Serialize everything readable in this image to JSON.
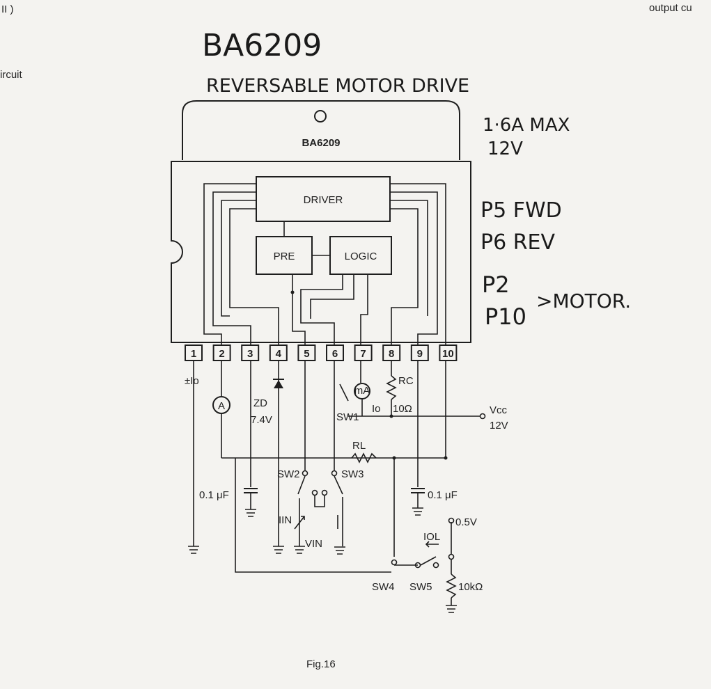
{
  "page_fragments": {
    "top_left": "II )",
    "top_right": "output cu",
    "left": "ircuit"
  },
  "handwritten": {
    "title": "BA6209",
    "subtitle": "REVERSABLE MOTOR DRIVE",
    "spec_current": "1·6A MAX",
    "spec_voltage": "12V",
    "p5": "P5 FWD",
    "p6": "P6 REV",
    "p2": "P2",
    "p10": "P10",
    "motor": ">MOTOR."
  },
  "chip": {
    "package_label": "BA6209",
    "blocks": {
      "driver": "DRIVER",
      "pre": "PRE",
      "logic": "LOGIC"
    },
    "pins": [
      "1",
      "2",
      "3",
      "4",
      "5",
      "6",
      "7",
      "8",
      "9",
      "10"
    ]
  },
  "circuit_labels": {
    "io_pm": "±Io",
    "io": "Io",
    "ammeter": "A",
    "milliammeter": "mA",
    "zd": "ZD",
    "zd_value": "7.4V",
    "rc": "RC",
    "rc_value": "10Ω",
    "sw1": "SW1",
    "vcc": "Vcc",
    "vcc_value": "12V",
    "rl": "RL",
    "sw2": "SW2",
    "sw3": "SW3",
    "cap_left": "0.1 μF",
    "cap_right": "0.1 μF",
    "iin": "IIN",
    "vin": "VIN",
    "v05": "0.5V",
    "iol": "IOL",
    "sw4": "SW4",
    "sw5": "SW5",
    "r10k": "10kΩ"
  },
  "caption": "Fig.16"
}
